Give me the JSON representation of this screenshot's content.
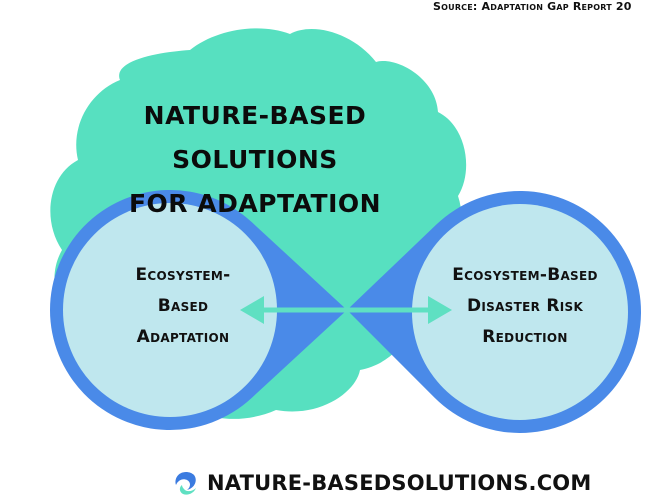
{
  "source": "Source: Adaptation Gap Report 20",
  "title": {
    "line1": "NATURE-BASED SOLUTIONS",
    "line2": "FOR ADAPTATION"
  },
  "left_circle": {
    "line1": "Ecosystem-",
    "line2": "Based",
    "line3": "Adaptation"
  },
  "right_circle": {
    "line1": "Ecosystem-Based",
    "line2": "Disaster Risk",
    "line3": "Reduction"
  },
  "footer": {
    "text": "NATURE-BASEDSOLUTIONS.COM"
  },
  "colors": {
    "blob": "#57e0c0",
    "ring": "#4a8ae8",
    "circle_fill": "#bfe7ee",
    "arrow": "#5fe0c2",
    "logo_blue": "#3b7be0",
    "logo_teal": "#5fe0c2"
  },
  "icons": {
    "footer_logo": "swirl-logo-icon",
    "connector": "double-headed-arrow-icon"
  }
}
